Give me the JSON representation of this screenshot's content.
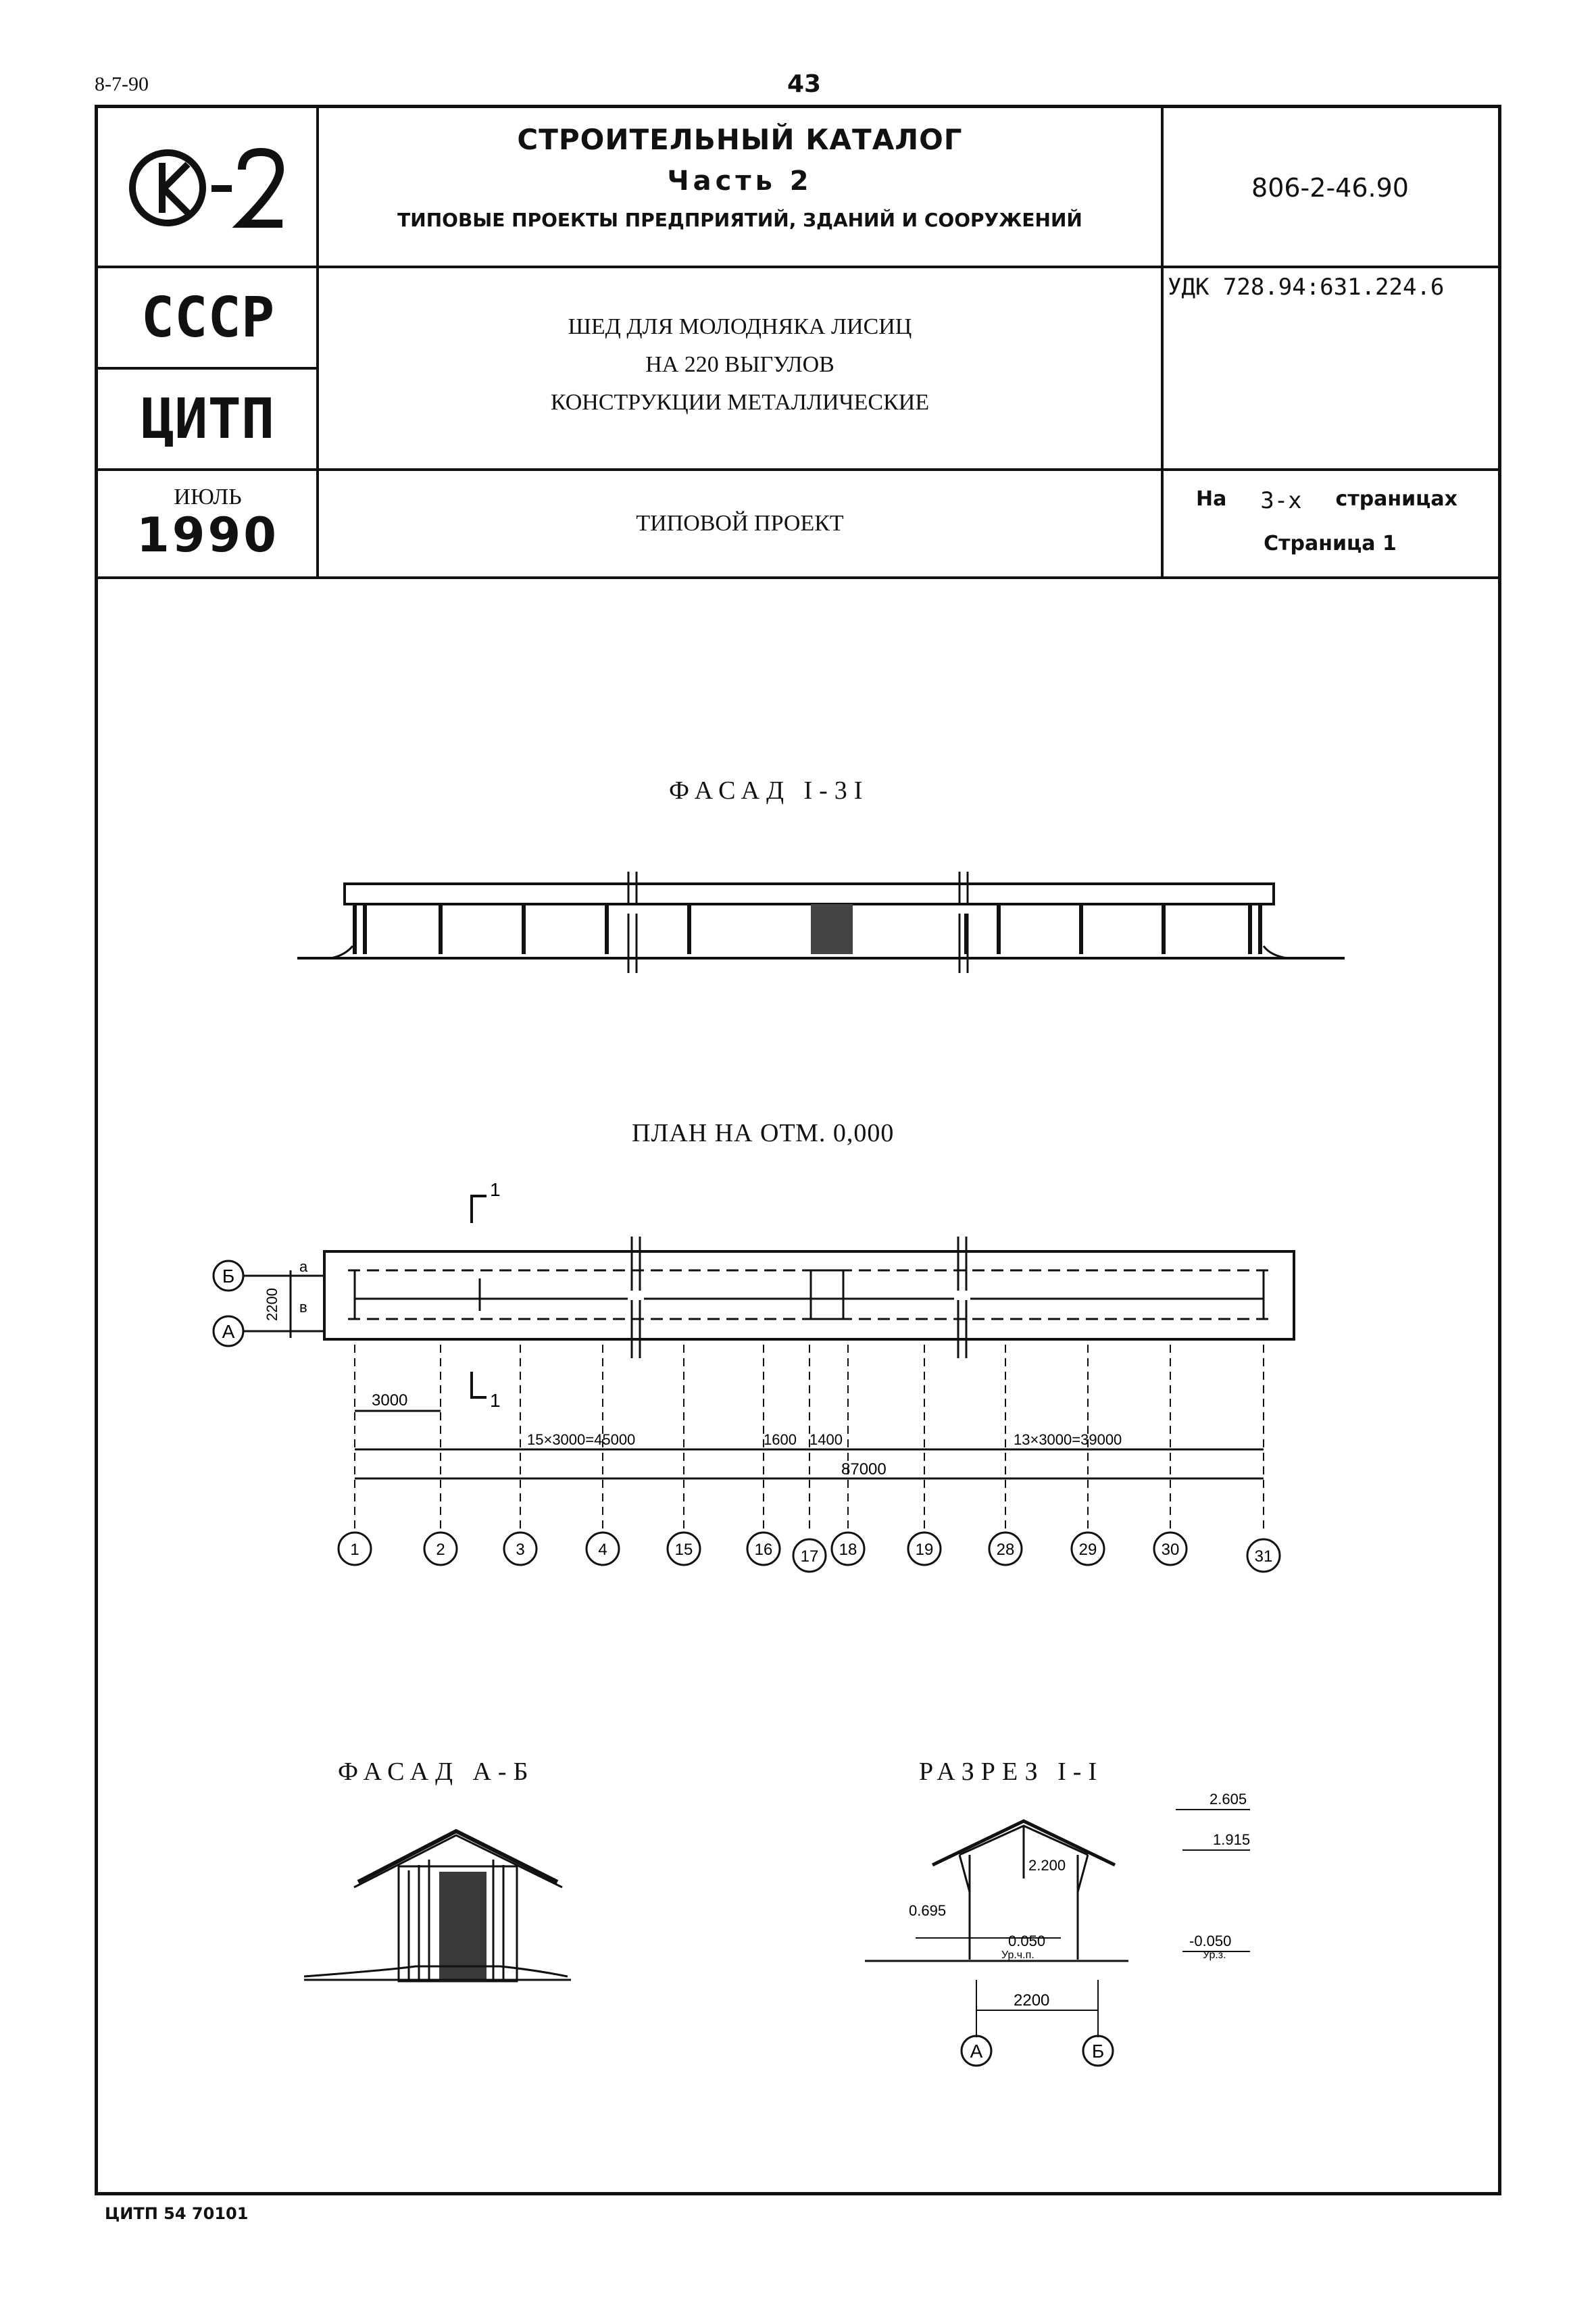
{
  "header": {
    "top_left_code": "8-7-90",
    "page_number": "43"
  },
  "title_block": {
    "logo_text": "К-2",
    "catalog_title": "СТРОИТЕЛЬНЫЙ КАТАЛОГ",
    "catalog_part": "Часть 2",
    "catalog_subtitle": "ТИПОВЫЕ ПРОЕКТЫ ПРЕДПРИЯТИЙ, ЗДАНИЙ И СООРУЖЕНИЙ",
    "doc_number": "806-2-46.90",
    "org_country": "СССР",
    "org_name": "ЦИТП",
    "subject_line1": "ШЕД ДЛЯ МОЛОДНЯКА ЛИСИЦ",
    "subject_line2": "НА 220 ВЫГУЛОВ",
    "subject_line3": "КОНСТРУКЦИИ МЕТАЛЛИЧЕСКИЕ",
    "udk": "УДК 728.94:631.224.6",
    "month": "ИЮЛЬ",
    "year": "1990",
    "project_kind": "ТИПОВОЙ ПРОЕКТ",
    "pages_prefix": "На",
    "pages_count": "3-х",
    "pages_suffix": "страницах",
    "page_label": "Страница 1"
  },
  "drawings": {
    "facade_1_31_title": "ФАСАД I-3I",
    "plan_title": "ПЛАН НА ОТМ. 0,000",
    "facade_ab_title": "ФАСАД А-Б",
    "section_title": "РАЗРЕЗ I-I",
    "plan": {
      "row_axes": [
        "Б",
        "А"
      ],
      "column_axes": [
        "1",
        "2",
        "3",
        "4",
        "15",
        "16",
        "17",
        "18",
        "19",
        "28",
        "29",
        "30",
        "31"
      ],
      "dim_bay": "3000",
      "dim_run1": "15×3000=45000",
      "dim_1600": "1600",
      "dim_1400": "1400",
      "dim_run2": "13×3000=39000",
      "dim_total": "87000",
      "dim_width": "2200",
      "label_a": "а",
      "label_b": "в",
      "section_mark": "1"
    },
    "section": {
      "elev_ridge": "2.605",
      "elev_eave": "1.915",
      "elev_inner": "2.200",
      "elev_low": "0.695",
      "elev_floor": "0.050",
      "elev_ground": "-0.050",
      "floor_label": "Ур.ч.п.",
      "ground_label": "Ур.з.",
      "span": "2200",
      "axis_left": "А",
      "axis_right": "Б"
    }
  },
  "footer": {
    "stamp": "ЦИТП 54 70101"
  }
}
